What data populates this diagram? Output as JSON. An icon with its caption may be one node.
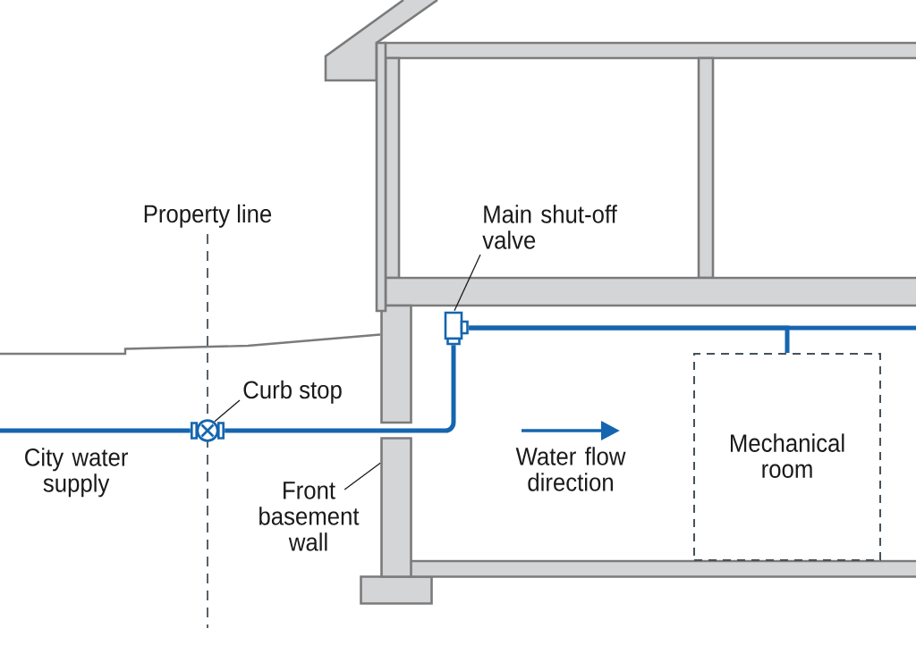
{
  "diagram": {
    "nodes": [
      {
        "text": [
          "Main shut-off valve"
        ]
      },
      {
        "text": [],
        "shape": "box"
      },
      {
        "text": [
          "Curb stop"
        ]
      },
      {
        "text": [],
        "shape": "circle"
      },
      {
        "text": [
          "Mechanical room"
        ]
      },
      {
        "text": [
          "Front basement wall"
        ]
      },
      {
        "text": [],
        "shape": "bar"
      }
    ],
    "edges": [
      {
        "from": null,
        "to": 3,
        "arrow": "none",
        "label": "City water supply"
      },
      {
        "from": 3,
        "to": 1,
        "arrow": "none"
      },
      {
        "from": 1,
        "to": 4,
        "arrow": "none"
      },
      {
        "from": 1,
        "to": null,
        "arrow": "none"
      },
      {
        "from": 0,
        "to": 1,
        "arrow": "none",
        "color": "#1a1a1a"
      },
      {
        "from": 2,
        "to": 3,
        "arrow": "none",
        "color": "#1a1a1a"
      },
      {
        "from": 5,
        "to": 6,
        "arrow": "none",
        "color": "#1a1a1a"
      }
    ],
    "labels": [
      "Property line",
      "Water flow direction"
    ]
  }
}
